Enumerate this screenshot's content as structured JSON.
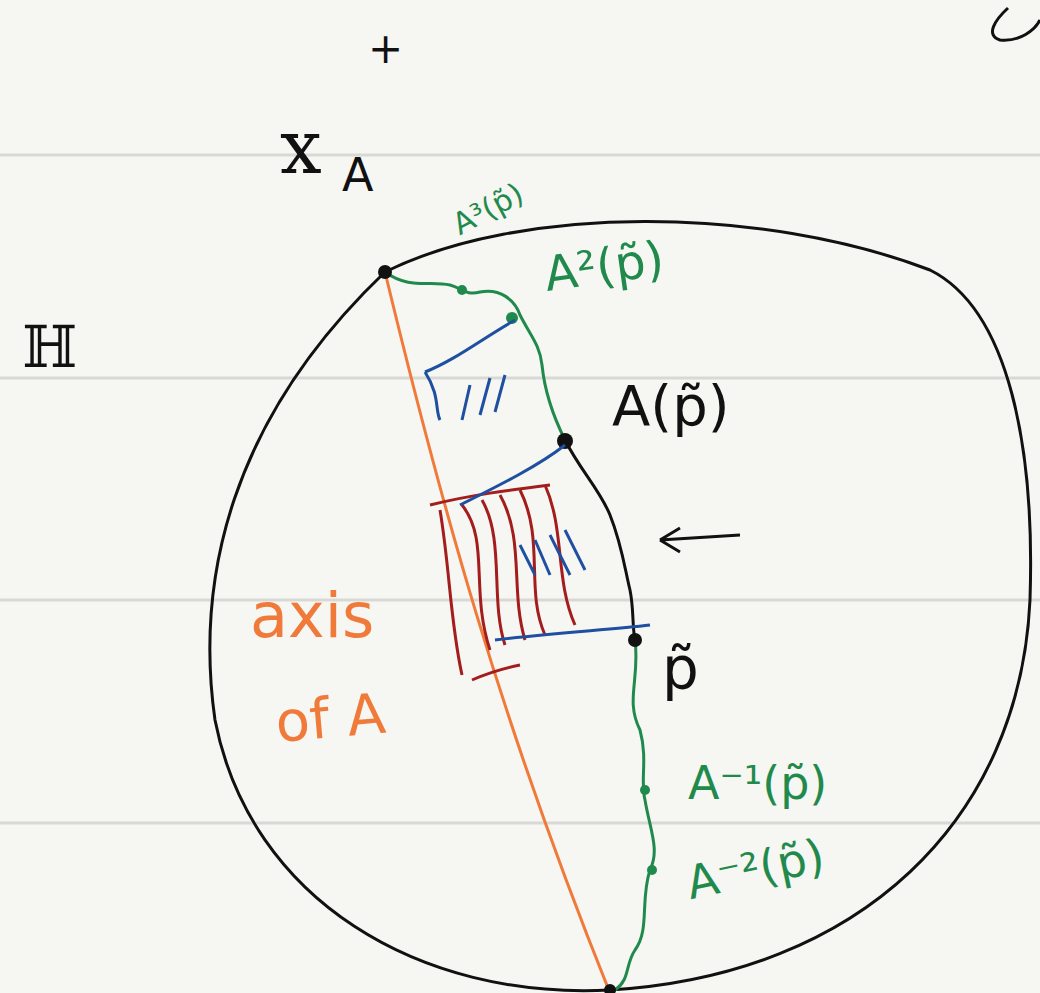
{
  "diagram": {
    "labels": [
      "ℍ",
      "+",
      "x",
      "A",
      "A³(p̃)",
      "A²(p̃)",
      "A(p̃)",
      "p̃",
      "A⁻¹(p̃)",
      "A⁻²(p̃)",
      "axis",
      "of A"
    ]
  }
}
